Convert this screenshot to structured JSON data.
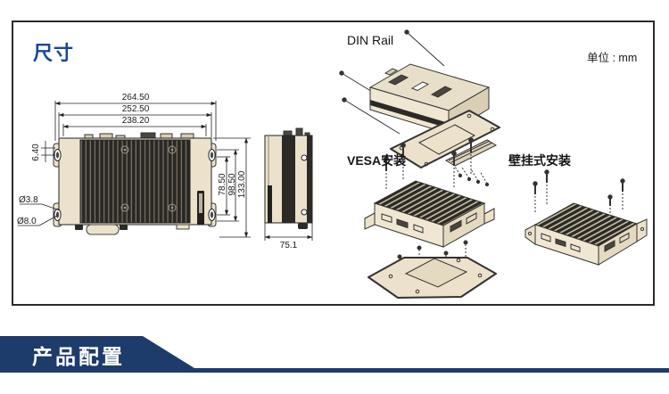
{
  "page": {
    "section_title": "尺寸",
    "unit_label": "单位 : mm",
    "banner_label": "产品配置"
  },
  "views": {
    "din_rail": {
      "label": "DIN Rail"
    },
    "vesa": {
      "label": "VESA安装"
    },
    "wall": {
      "label": "壁挂式安装"
    }
  },
  "front_view_dimensions": {
    "width_outer": "264.50",
    "width_mid": "252.50",
    "width_inner": "238.20",
    "ear_offset": "6.40",
    "hole_small": "Ø3.8",
    "hole_large": "Ø8.0",
    "height_inner": "78.50",
    "height_mid": "98.50",
    "height_outer": "133.00"
  },
  "side_view_dimensions": {
    "depth": "75.1"
  },
  "colors": {
    "accent_blue": "#154a8f",
    "banner_navy": "#1d3b6b",
    "device_beige": "#ece2cb",
    "fin_dark": "#2b2a26",
    "line": "#222222"
  }
}
